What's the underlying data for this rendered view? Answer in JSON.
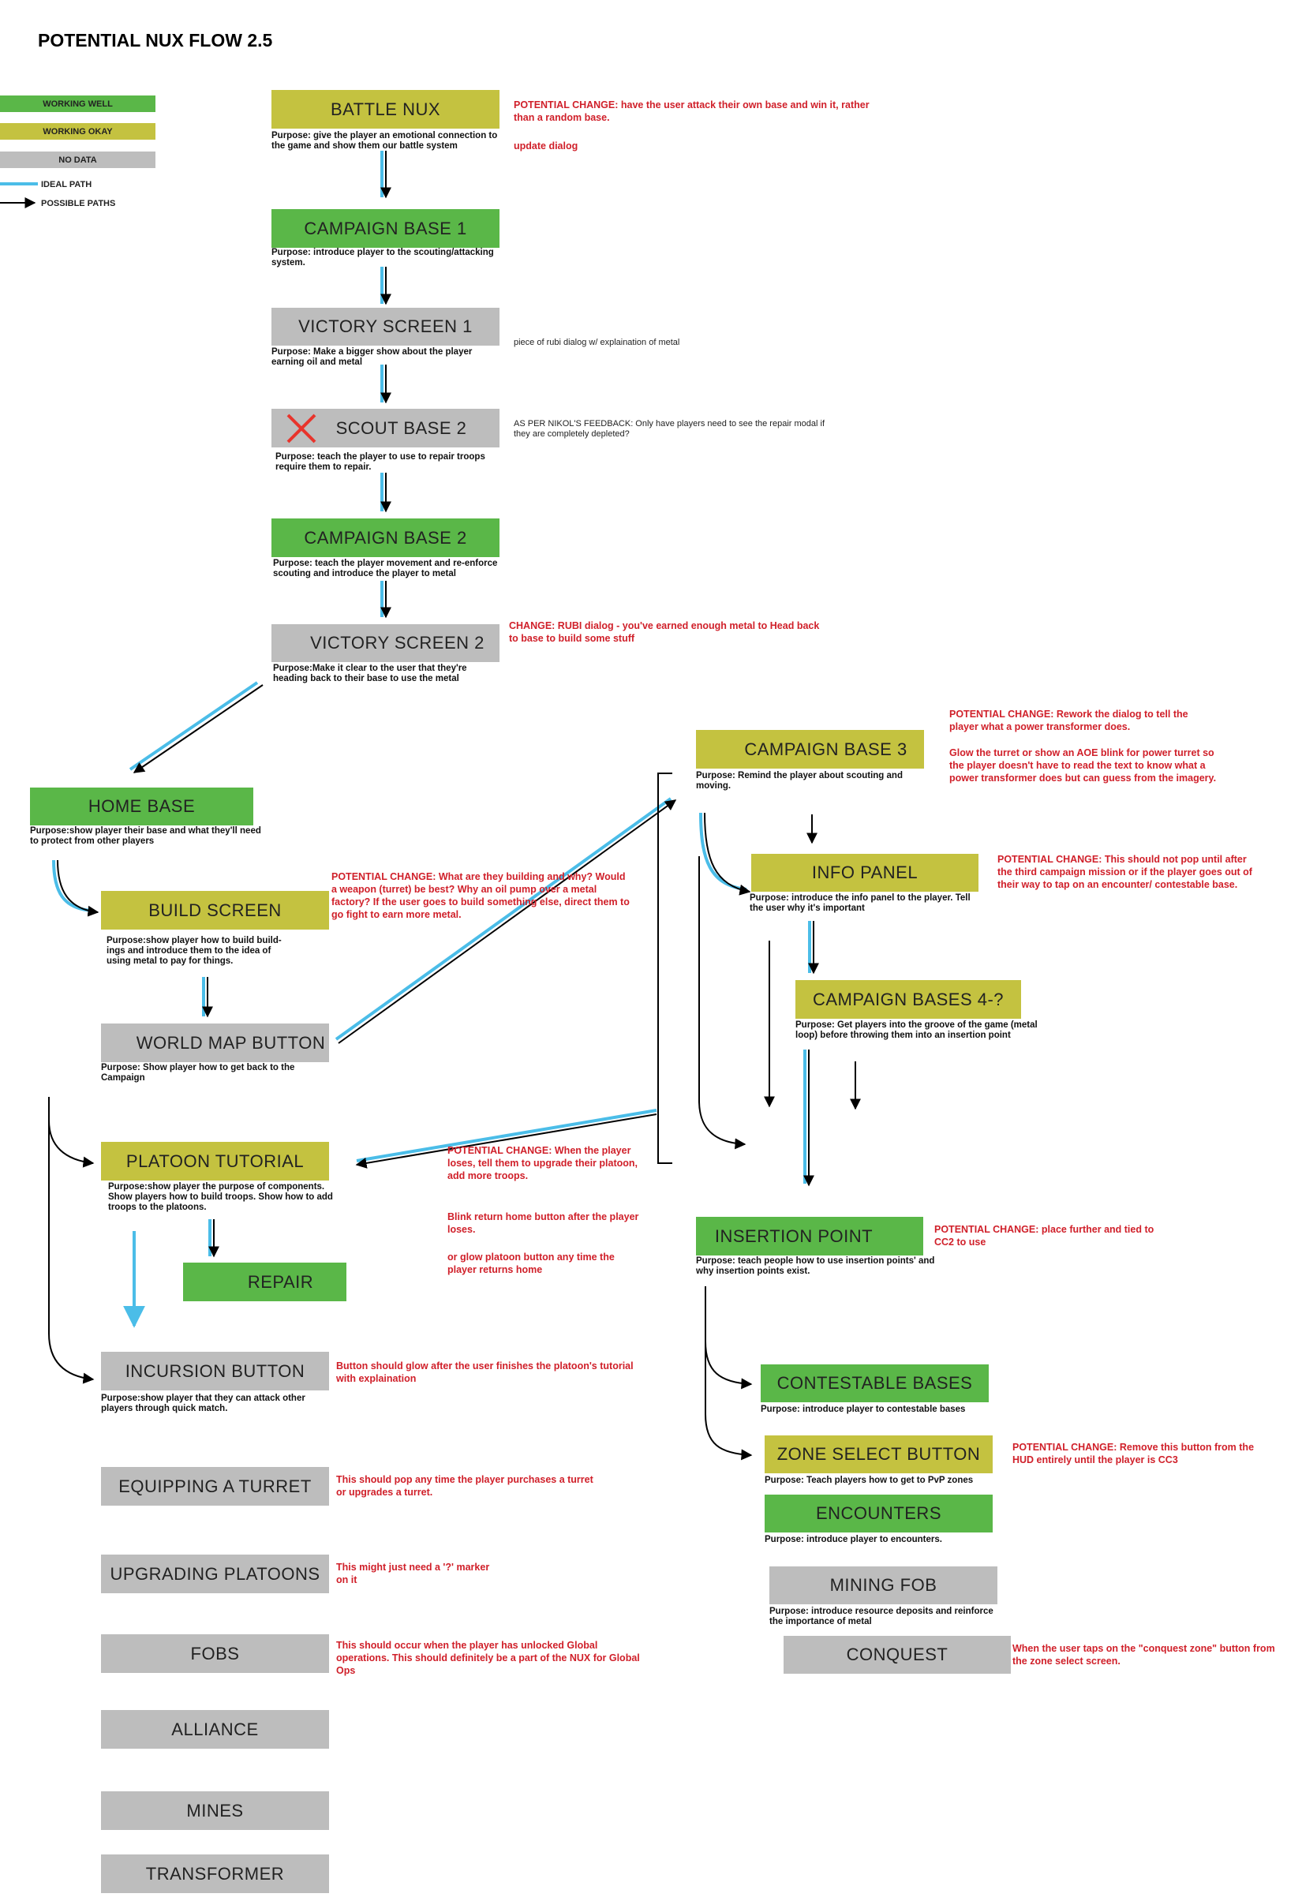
{
  "title": "POTENTIAL NUX FLOW 2.5",
  "legend": {
    "working_well": "WORKING WELL",
    "working_okay": "WORKING OKAY",
    "no_data": "NO DATA",
    "ideal_path": "IDEAL PATH",
    "possible_paths": "POSSIBLE PATHS"
  },
  "colors": {
    "working_well": "#5ab748",
    "working_okay": "#c4c240",
    "no_data": "#bdbdbd",
    "ideal_path": "#4bbde8",
    "note": "#d0202a"
  },
  "nodes": {
    "battle_nux": {
      "label": "BATTLE NUX",
      "purpose": "Purpose: give the player an emotional connection to the game and show them our battle system"
    },
    "campaign_base_1": {
      "label": "CAMPAIGN BASE 1",
      "purpose": "Purpose: introduce player to the scouting/attacking system."
    },
    "victory_screen_1": {
      "label": "VICTORY SCREEN 1",
      "purpose": "Purpose: Make a bigger show about the player earning oil and metal"
    },
    "scout_base_2": {
      "label": "SCOUT BASE 2",
      "purpose": "Purpose: teach the player to use to repair troops require them to repair."
    },
    "campaign_base_2": {
      "label": "CAMPAIGN BASE 2",
      "purpose": "Purpose: teach the player movement and re-enforce scouting and introduce the player to metal"
    },
    "victory_screen_2": {
      "label": "VICTORY SCREEN 2",
      "purpose": "Purpose:Make it clear to the user that they're heading back to their base to use the metal"
    },
    "home_base": {
      "label": "HOME BASE",
      "purpose": "Purpose:show player their base and what they'll need to protect from other players"
    },
    "build_screen": {
      "label": "BUILD SCREEN",
      "purpose": "Purpose:show player how to build build-ings and introduce them to the idea of using metal to pay for things."
    },
    "world_map_button": {
      "label": "WORLD MAP BUTTON",
      "purpose": "Purpose: Show player how to get back to the Campaign"
    },
    "platoon_tutorial": {
      "label": "PLATOON TUTORIAL",
      "purpose": "Purpose:show player the purpose of components. Show players how to build troops. Show how to add troops to the platoons."
    },
    "repair": {
      "label": "REPAIR"
    },
    "incursion_button": {
      "label": "INCURSION BUTTON",
      "purpose": "Purpose:show player that they can attack other players through quick match."
    },
    "equipping_turret": {
      "label": "EQUIPPING A TURRET"
    },
    "upgrading_platoons": {
      "label": "UPGRADING PLATOONS"
    },
    "fobs": {
      "label": "FOBS"
    },
    "alliance": {
      "label": "ALLIANCE"
    },
    "mines": {
      "label": "MINES"
    },
    "transformer": {
      "label": "TRANSFORMER"
    },
    "campaign_base_3": {
      "label": "CAMPAIGN BASE 3",
      "purpose": "Purpose: Remind the player about scouting and moving."
    },
    "info_panel": {
      "label": "INFO PANEL",
      "purpose": "Purpose: introduce the info panel to the player. Tell the user why it's important"
    },
    "campaign_bases_4": {
      "label": "CAMPAIGN BASES 4-?",
      "purpose": "Purpose: Get players into the groove of the game (metal loop) before throwing them into an insertion point"
    },
    "insertion_point": {
      "label": "INSERTION POINT",
      "purpose": "Purpose: teach people how to use insertion points' and why insertion points exist."
    },
    "contestable_bases": {
      "label": "CONTESTABLE BASES",
      "purpose": "Purpose: introduce player to contestable bases"
    },
    "zone_select_button": {
      "label": "ZONE SELECT BUTTON",
      "purpose": "Purpose: Teach players how to get to PvP zones"
    },
    "encounters": {
      "label": "ENCOUNTERS",
      "purpose": "Purpose: introduce player to encounters."
    },
    "mining_fob": {
      "label": "MINING FOB",
      "purpose": "Purpose: introduce resource deposits and reinforce the importance of metal"
    },
    "conquest": {
      "label": "CONQUEST"
    }
  },
  "notes": {
    "battle_nux_change": "POTENTIAL CHANGE: have the user attack their own base and win it, rather than a random base.",
    "battle_nux_update": "update dialog",
    "victory_1_note": "piece of rubi dialog w/ explaination of metal",
    "scout_2_note": "AS PER NIKOL'S FEEDBACK: Only have players need to see the repair modal if they are completely depleted?",
    "victory_2_change": "CHANGE: RUBI dialog - you've earned enough metal to Head back to base to build some stuff",
    "campaign_3_change": "POTENTIAL CHANGE: Rework the dialog to tell the player what a power transformer does.",
    "campaign_3_glow": "Glow the turret or show an AOE blink for power turret so the player doesn't have to read the text to know what a power transformer does but can guess from the imagery.",
    "info_panel_change": "POTENTIAL CHANGE: This should not pop until after the third campaign mission or if the player goes out of their way to tap on an encounter/ contestable base.",
    "build_screen_change": "POTENTIAL CHANGE: What are they building and why? Would a weapon (turret) be best? Why an oil pump over a metal factory? If the user goes to build something else, direct them to go fight to earn more metal.",
    "platoon_change_1": "POTENTIAL CHANGE: When the player loses, tell them to upgrade their platoon, add more troops.",
    "platoon_change_2": "Blink return home button after the player loses.",
    "platoon_change_3": "or glow platoon button any time the player returns home",
    "insertion_change": "POTENTIAL CHANGE: place further and tied to CC2 to use",
    "incursion_note": "Button should glow after the user finishes the platoon's tutorial with explaination",
    "turret_note": "This should pop any time the player purchases a turret or upgrades a turret.",
    "upgrading_note": "This might just need a '?' marker on it",
    "fobs_note": "This should occur when the player has unlocked Global operations. This should definitely be a part of the NUX for Global Ops",
    "zone_select_change": "POTENTIAL CHANGE: Remove this button from the HUD entirely until the player is CC3",
    "conquest_note": "When the user taps on the \"conquest zone\" button from the zone select screen."
  }
}
